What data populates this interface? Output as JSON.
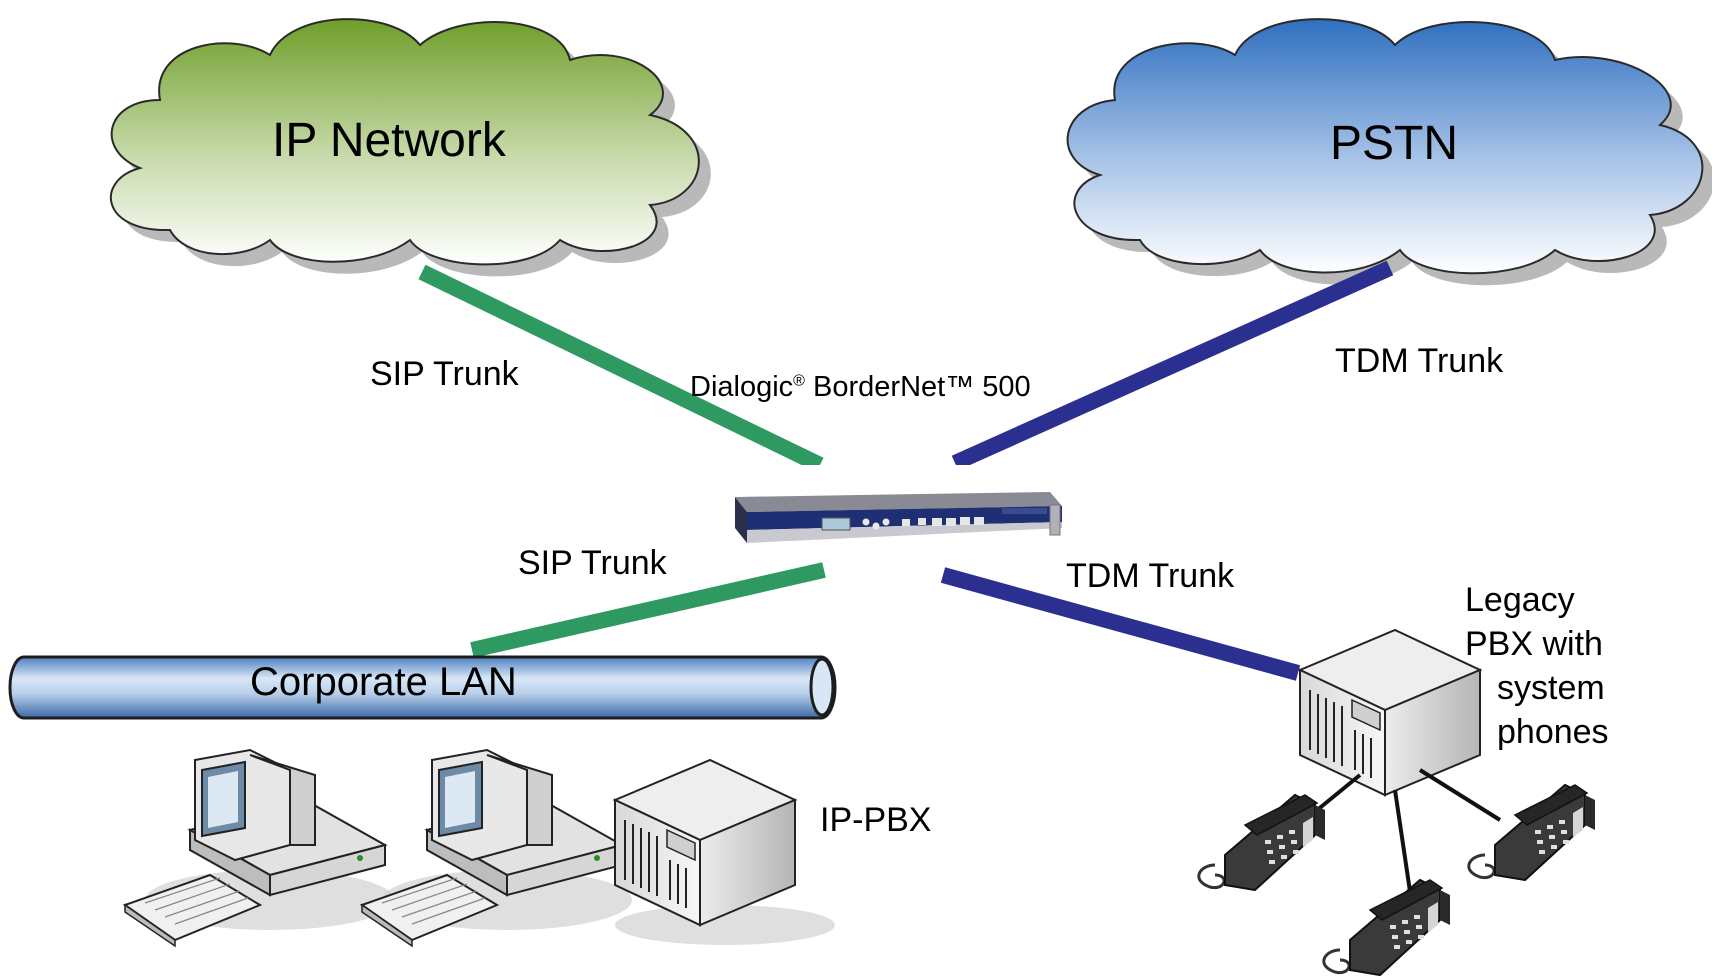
{
  "clouds": {
    "ip_network": {
      "label": "IP Network",
      "color_top": "#6f9e2a",
      "color_bottom": "#ffffff"
    },
    "pstn": {
      "label": "PSTN",
      "color_top": "#2f6fc0",
      "color_bottom": "#ffffff"
    }
  },
  "device": {
    "name": "Dialogic",
    "reg": "®",
    "model": "BorderNet™ 500"
  },
  "links": {
    "sip_trunk_top": "SIP Trunk",
    "tdm_trunk_top": "TDM Trunk",
    "sip_trunk_bottom": "SIP Trunk",
    "tdm_trunk_bottom": "TDM Trunk",
    "sip_color": "#2e9a62",
    "tdm_color": "#2b2f8f"
  },
  "lan": {
    "label": "Corporate LAN"
  },
  "ip_pbx": {
    "label": "IP-PBX"
  },
  "legacy_pbx": {
    "line1": "Legacy",
    "line2": "PBX with",
    "line3": "system",
    "line4": "phones"
  },
  "icons": [
    "cloud-icon",
    "server-appliance-icon",
    "pipe-icon",
    "desktop-computer-icon",
    "pbx-cabinet-icon",
    "desk-phone-icon"
  ]
}
